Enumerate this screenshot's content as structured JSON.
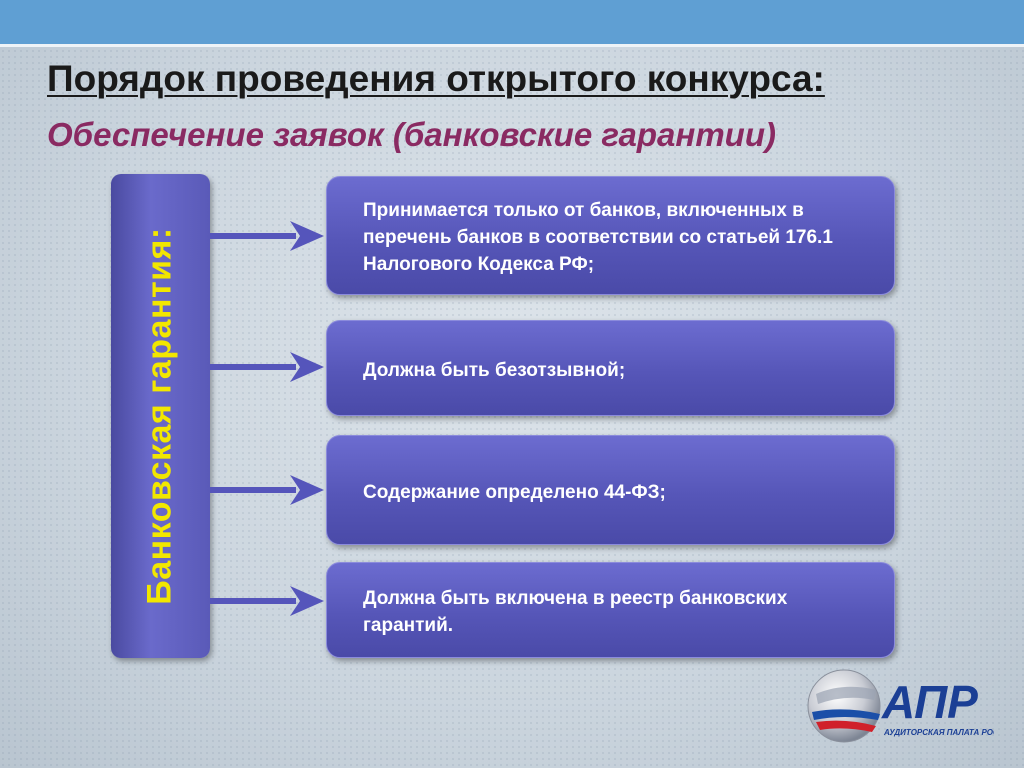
{
  "slide": {
    "title": "Порядок проведения открытого конкурса:",
    "subtitle": "Обеспечение заявок (банковские гарантии)",
    "side_label": "Банковская гарантия:",
    "items": [
      {
        "text": "Принимается только от банков, включенных в перечень банков в соответствии со статьей 176.1 Налогового Кодекса РФ;"
      },
      {
        "text": "Должна быть безотзывной;"
      },
      {
        "text": "Содержание определено 44-ФЗ;"
      },
      {
        "text": "Должна быть включена в реестр банковских гарантий."
      }
    ]
  },
  "logo": {
    "name": "АПР",
    "caption": "АУДИТОРСКАЯ ПАЛАТА РОССИИ"
  },
  "colors": {
    "accent_band": "#5f9fd3",
    "subtitle": "#8a2a62",
    "box": "#5a5abb",
    "side_label": "#f2e700"
  }
}
